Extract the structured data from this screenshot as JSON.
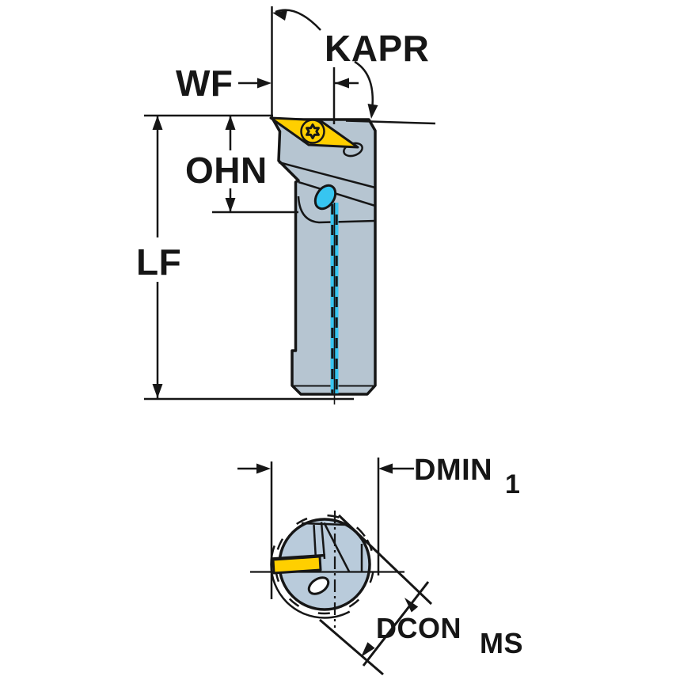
{
  "figure": {
    "labels": {
      "kapr": "KAPR",
      "wf": "WF",
      "ohn": "OHN",
      "lf": "LF",
      "dmin": "DMIN",
      "dmin_sub": "1",
      "dcon": "DCON",
      "dcon_sub": "MS"
    },
    "colors": {
      "insert_yellow": "#FFCF00",
      "body_gray": "#B6C5D1",
      "end_body_gray": "#B9CBDB",
      "coolant_blue": "#37C5F0",
      "line_black": "#161616",
      "background": "#FFFFFF"
    }
  }
}
